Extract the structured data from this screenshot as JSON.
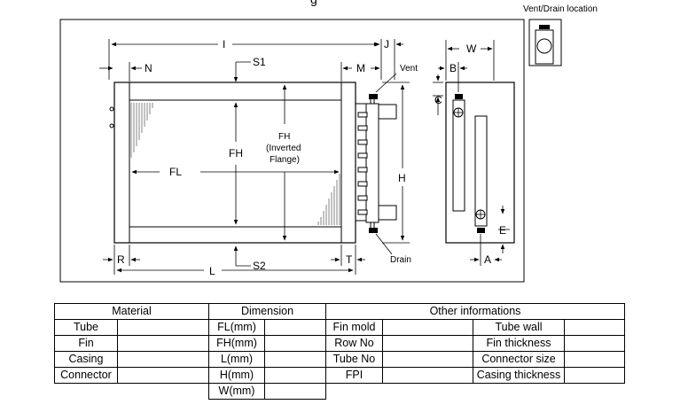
{
  "diagram": {
    "vent_drain_location": "Vent/Drain location",
    "dims": {
      "I": "I",
      "J": "J",
      "N": "N",
      "S1": "S1",
      "M": "M",
      "vent": "Vent",
      "fh": "FH",
      "fh_inverted_1": "FH",
      "fh_inverted_2": "(Inverted",
      "fh_inverted_3": "Flange)",
      "fl": "FL",
      "h": "H",
      "r": "R",
      "s2": "S2",
      "t": "T",
      "drain": "Drain",
      "l": "L",
      "w": "W",
      "b": "B",
      "c": "C",
      "e": "E",
      "a": "A"
    }
  },
  "table": {
    "headers": {
      "material": "Material",
      "dimension": "Dimension",
      "other": "Other informations"
    },
    "material_rows": [
      "Tube",
      "Fin",
      "Casing",
      "Connector"
    ],
    "dimension_rows": [
      "FL(mm)",
      "FH(mm)",
      "L(mm)",
      "H(mm)",
      "W(mm)"
    ],
    "other_left_rows": [
      "Fin mold",
      "Row No",
      "Tube No",
      "FPI"
    ],
    "other_right_rows": [
      "Tube wall",
      "Fin thickness",
      "Connector size",
      "Casing thickness"
    ]
  }
}
